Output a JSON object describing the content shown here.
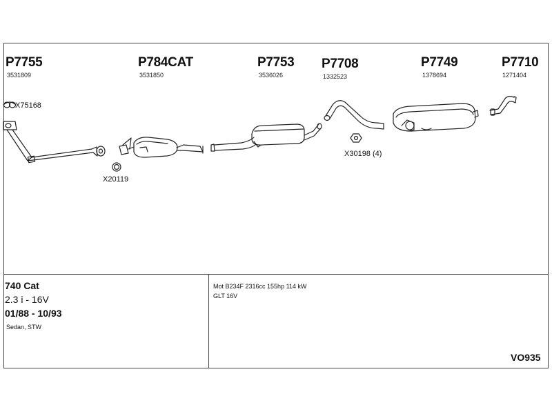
{
  "parts": [
    {
      "code": "P7755",
      "oe": "3531809"
    },
    {
      "code": "P784CAT",
      "oe": "3531850"
    },
    {
      "code": "P7753",
      "oe": "3536026"
    },
    {
      "code": "P7708",
      "oe": "1332523"
    },
    {
      "code": "P7749",
      "oe": "1378694"
    },
    {
      "code": "P7710",
      "oe": "1271404"
    }
  ],
  "accessories": [
    {
      "label": "X75168"
    },
    {
      "label": "X20119"
    },
    {
      "label": "X30198 (4)"
    }
  ],
  "vehicle": {
    "model": "740 Cat",
    "engine": "2.3 i - 16V",
    "years": "01/88 - 10/93",
    "body": "Sedan, STW"
  },
  "specs": {
    "motor": "Mot B234F 2316cc 155hp 114 kW",
    "variant": "GLT 16V"
  },
  "reference": "VO935"
}
